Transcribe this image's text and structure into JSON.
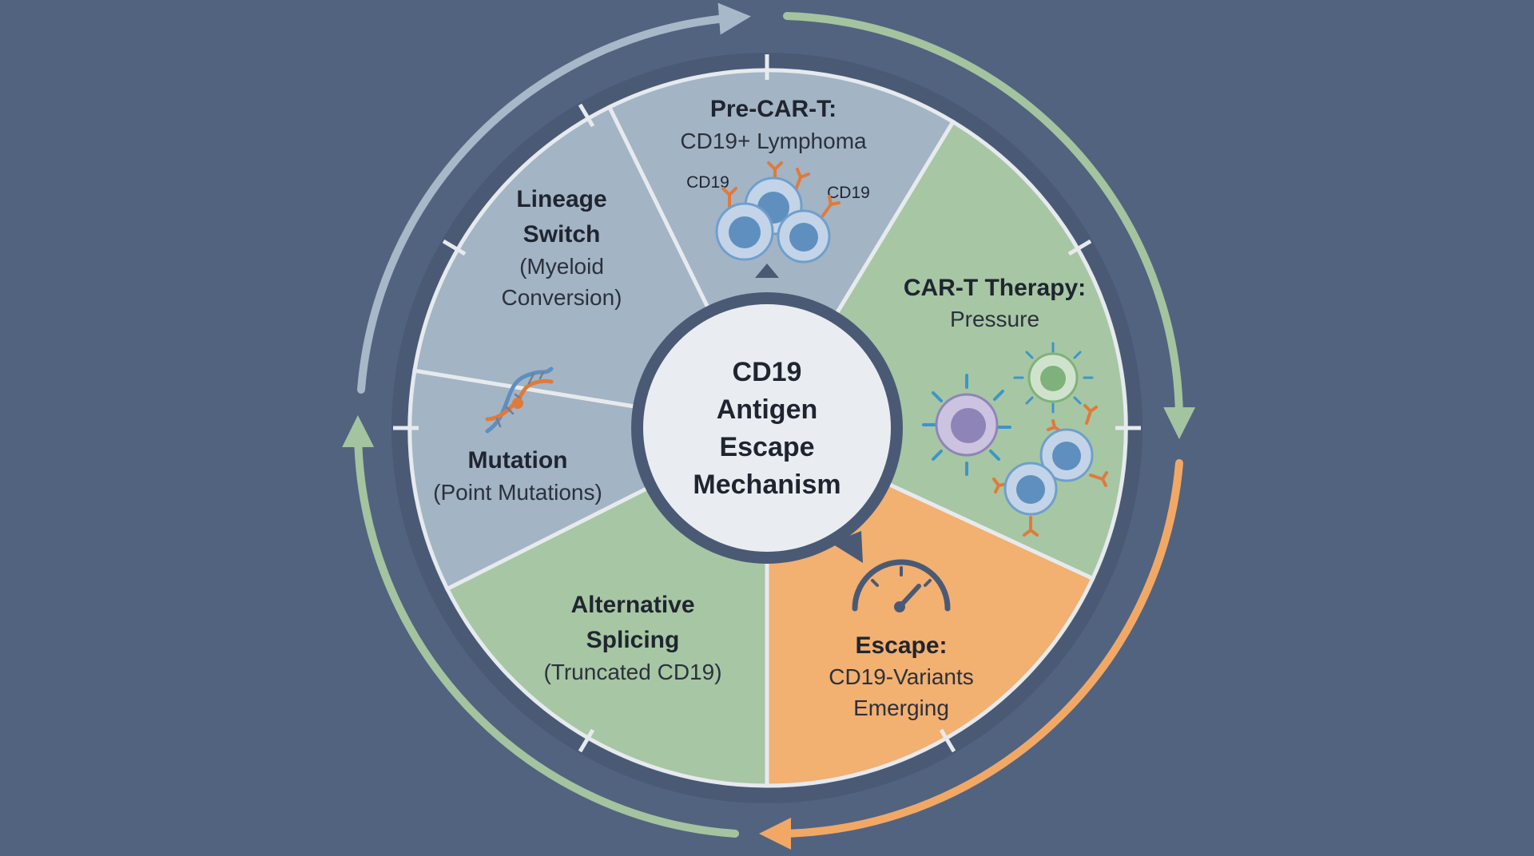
{
  "center": {
    "lines": [
      "CD19",
      "Antigen",
      "Escape",
      "Mechanism"
    ]
  },
  "segments": {
    "pre_cart": {
      "title": "Pre-CAR-T:",
      "subtitle": "CD19+ Lymphoma",
      "marker_left": "CD19",
      "marker_right": "CD19"
    },
    "cart_therapy": {
      "title": "CAR-T Therapy:",
      "subtitle": "Pressure"
    },
    "escape": {
      "title": "Escape:",
      "subtitle_1": "CD19-Variants",
      "subtitle_2": "Emerging"
    },
    "alt_splicing": {
      "title_1": "Alternative",
      "title_2": "Splicing",
      "subtitle": "(Truncated CD19)"
    },
    "mutation": {
      "title": "Mutation",
      "subtitle": "(Point Mutations)"
    },
    "lineage_switch": {
      "title_1": "Lineage",
      "title_2": "Switch",
      "subtitle_1": "(Myeloid",
      "subtitle_2": "Conversion)"
    }
  },
  "colors": {
    "background": "#526380",
    "grey_blue_segment": "#a3b4c4",
    "green_segment": "#a7c6a4",
    "orange_segment": "#f2b071",
    "center_fill": "#e9edf1",
    "center_ring": "#4a5a75",
    "arrow_grey": "#a7b8c9",
    "arrow_green": "#a3c49f",
    "arrow_orange": "#f2a865"
  },
  "icons": {
    "cell_cluster": "lymphoma-cell-cluster-icon",
    "immune_cells": "car-t-immune-cells-icon",
    "gauge": "gauge-icon",
    "dna": "dna-helix-icon"
  }
}
